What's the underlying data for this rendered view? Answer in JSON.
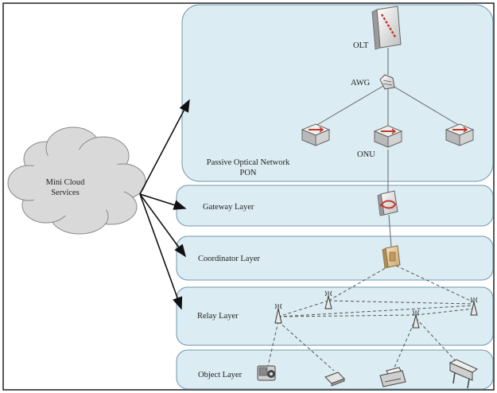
{
  "cloud": {
    "label_line1": "Mini Cloud",
    "label_line2": "Services"
  },
  "pon": {
    "label_line1": "Passive Optical Network",
    "label_line2": "PON",
    "olt_label": "OLT",
    "awg_label": "AWG",
    "onu_label": "ONU"
  },
  "layers": {
    "gateway": "Gateway Layer",
    "coordinator": "Coordinator Layer",
    "relay": "Relay Layer",
    "object": "Object Layer"
  },
  "colors": {
    "panel_fill": "#dcecf3",
    "panel_stroke": "#6f97ab",
    "device_red": "#c0392b",
    "cloud_fill": "#d9d9d9"
  },
  "icons": {
    "olt": "olt-device-icon",
    "awg": "awg-device-icon",
    "onu": "onu-router-icon",
    "gateway": "gateway-icon",
    "coordinator": "coordinator-icon",
    "relay": "antenna-icon",
    "objects": [
      "camera-icon",
      "scanner-icon",
      "printer-icon",
      "plotter-icon"
    ]
  }
}
